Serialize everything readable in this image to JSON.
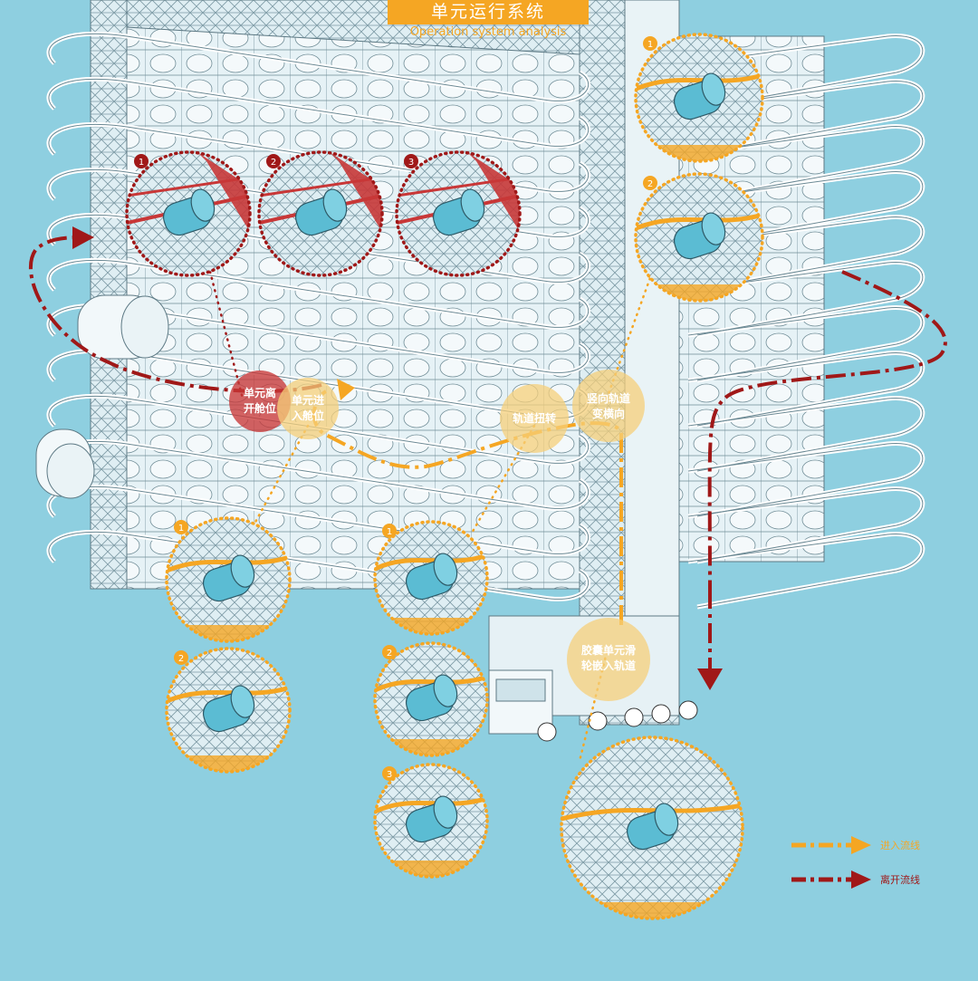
{
  "header": {
    "title": "单元运行系统",
    "subtitle": "Operation system analysis"
  },
  "callouts": {
    "leave_cabin": "单元离\n开舱位",
    "enter_cabin": "单元进\n入舱位",
    "track_turn": "轨道扭转",
    "vertical_track": "竖向轨道\n变横向",
    "capsule_wheel": "胶囊单元滑\n轮嵌入轨道"
  },
  "detail_numbers": {
    "red_top": [
      "1",
      "2",
      "3"
    ],
    "right_top": [
      "1",
      "2"
    ],
    "left_bottom": [
      "1",
      "2"
    ],
    "mid_bottom": [
      "1",
      "2",
      "3"
    ]
  },
  "legend": {
    "enter_flow": "进入流线",
    "exit_flow": "离开流线"
  },
  "colors": {
    "background": "#8ecfe0",
    "orange": "#f5a623",
    "dark_red": "#a01818",
    "structure": "#f2f7f9",
    "capsule": "#5bbcd3"
  }
}
